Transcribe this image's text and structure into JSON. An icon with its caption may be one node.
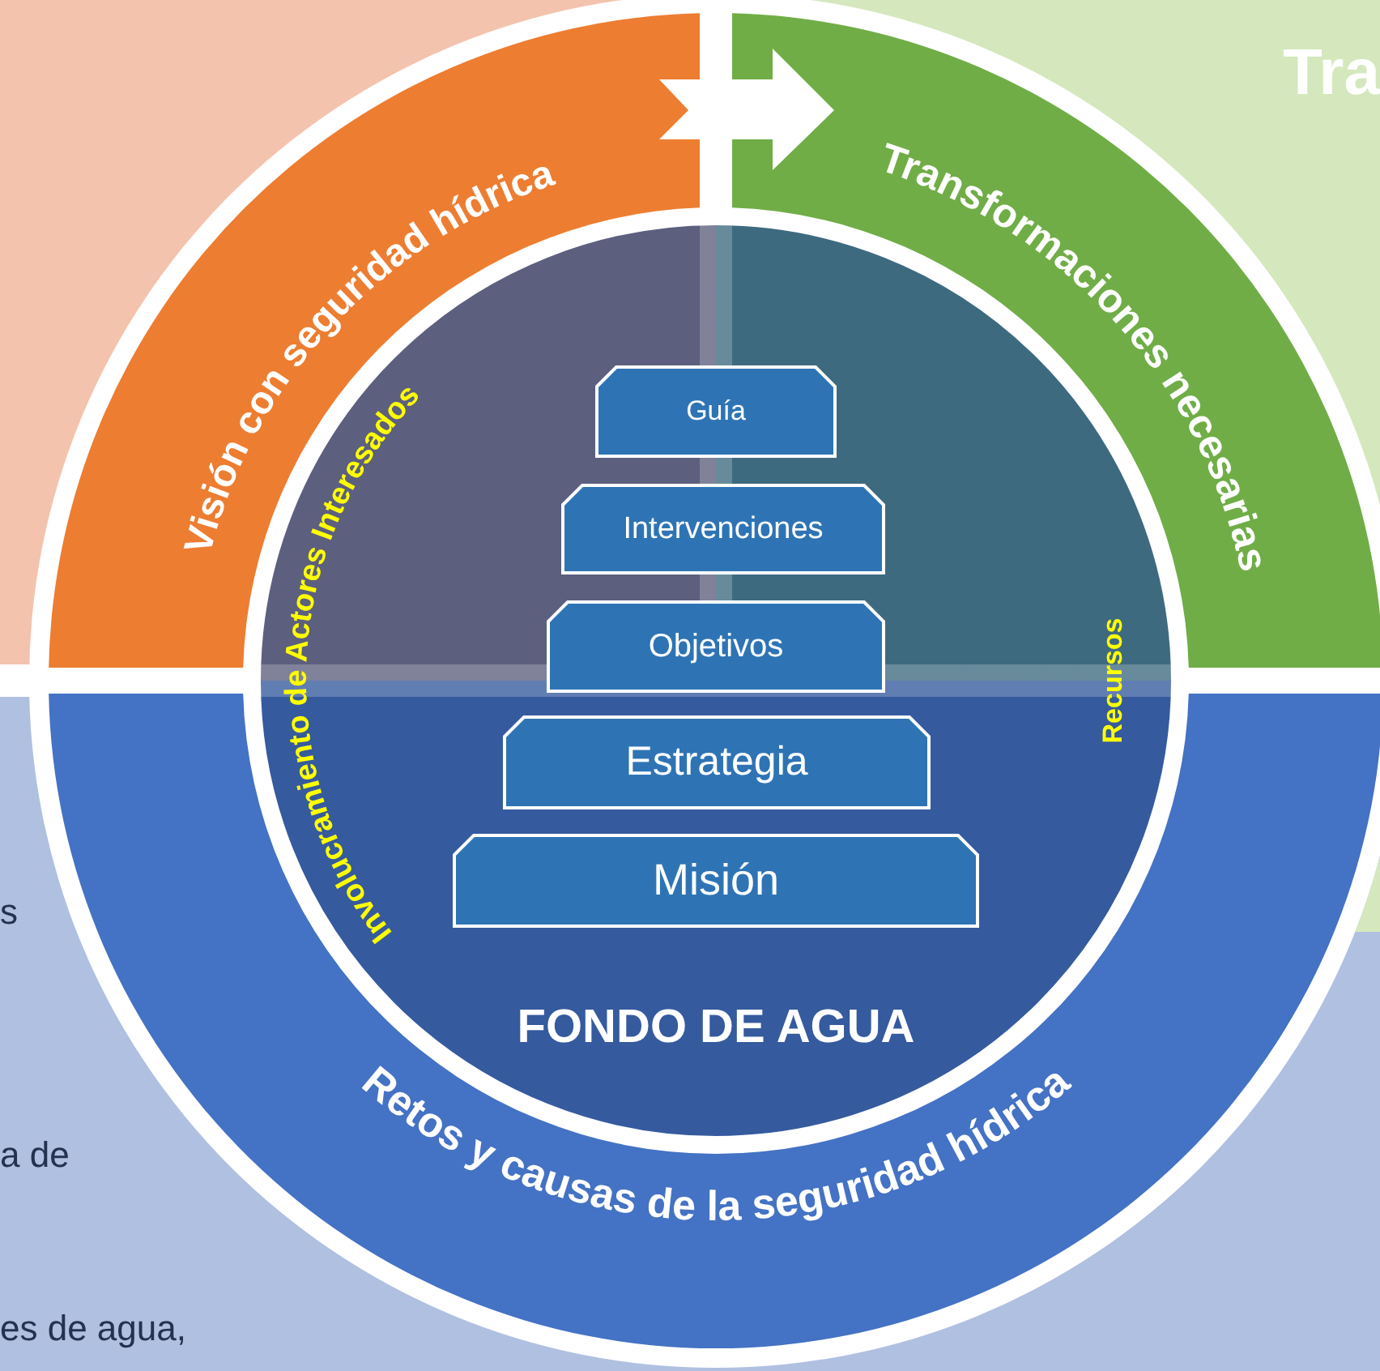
{
  "diagram": {
    "nodes": [
      {
        "text": [
          "Visión con seguridad hídrica"
        ]
      },
      {
        "text": [
          "Transformaciones necesarias"
        ]
      },
      {
        "text": [
          "Retos y causas de la seguridad hídrica"
        ]
      },
      {
        "text": [
          "Involucramiento de Actores Interesados",
          "Recursos",
          "FONDO DE AGUA"
        ]
      },
      {
        "text": [
          "Guía"
        ],
        "in": 3
      },
      {
        "text": [
          "Intervenciones"
        ],
        "in": 3
      },
      {
        "text": [
          "Objetivos"
        ],
        "in": 3
      },
      {
        "text": [
          "Estrategia"
        ],
        "in": 3
      },
      {
        "text": [
          "Misión"
        ],
        "in": 3
      }
    ],
    "edges": [
      {
        "from": 0,
        "to": 1,
        "arrow": "to"
      }
    ],
    "labels": [
      "Tra",
      "s",
      "a de",
      "es de agua,"
    ]
  }
}
